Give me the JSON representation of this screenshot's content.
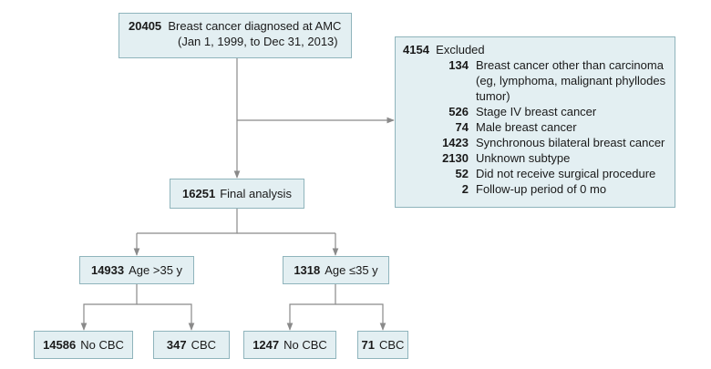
{
  "top_box": {
    "count": "20405",
    "line1": "Breast cancer diagnosed at AMC",
    "line2": "(Jan 1, 1999, to Dec 31, 2013)"
  },
  "excluded": {
    "count": "4154",
    "label": "Excluded",
    "reasons": [
      {
        "count": "134",
        "text": [
          "Breast cancer other than carcinoma",
          "(eg, lymphoma, malignant phyllodes",
          "tumor)"
        ]
      },
      {
        "count": "526",
        "text": [
          "Stage IV breast cancer"
        ]
      },
      {
        "count": "74",
        "text": [
          "Male breast cancer"
        ]
      },
      {
        "count": "1423",
        "text": [
          "Synchronous bilateral breast cancer"
        ]
      },
      {
        "count": "2130",
        "text": [
          "Unknown subtype"
        ]
      },
      {
        "count": "52",
        "text": [
          "Did not receive surgical procedure"
        ]
      },
      {
        "count": "2",
        "text": [
          "Follow-up period of 0 mo"
        ]
      }
    ]
  },
  "final_box": {
    "count": "16251",
    "label": "Final analysis"
  },
  "age_over": {
    "count": "14933",
    "label": "Age >35 y"
  },
  "age_under": {
    "count": "1318",
    "label": "Age ≤35 y"
  },
  "over_no_cbc": {
    "count": "14586",
    "label": "No CBC"
  },
  "over_cbc": {
    "count": "347",
    "label": "CBC"
  },
  "under_no_cbc": {
    "count": "1247",
    "label": "No CBC"
  },
  "under_cbc": {
    "count": "71",
    "label": "CBC"
  },
  "colors": {
    "box_fill": "#e3eff2",
    "box_border": "#8fb4bc",
    "arrow": "#8a8a8a"
  }
}
